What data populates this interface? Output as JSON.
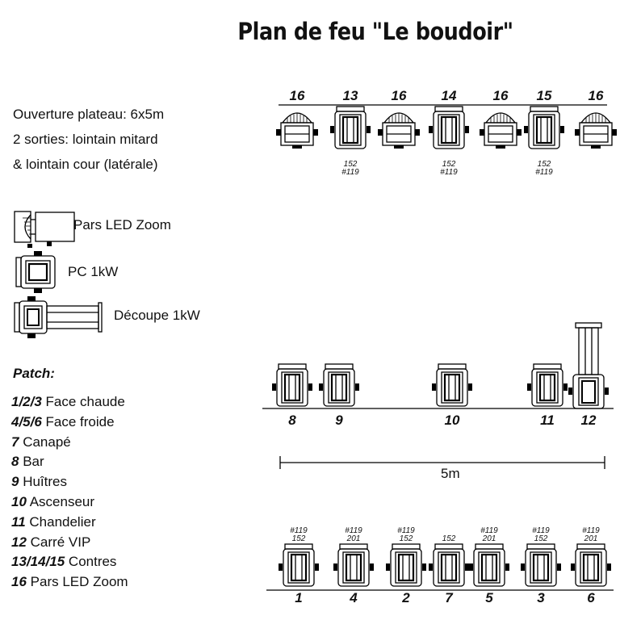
{
  "title": "Plan de feu \"Le boudoir\"",
  "info": [
    "Ouverture plateau: 6x5m",
    "2 sorties: lointain mitard",
    "& lointain cour (latérale)"
  ],
  "legend": {
    "par_led": "Pars LED Zoom",
    "pc": "PC 1kW",
    "decoupe": "Découpe 1kW"
  },
  "patch_title": "Patch:",
  "patch": [
    {
      "num": "1/2/3",
      "label": " Face chaude"
    },
    {
      "num": "4/5/6",
      "label": " Face froide"
    },
    {
      "num": "7",
      "label": " Canapé"
    },
    {
      "num": "8",
      "label": " Bar"
    },
    {
      "num": "9",
      "label": " Huîtres"
    },
    {
      "num": "10",
      "label": " Ascenseur"
    },
    {
      "num": "11",
      "label": " Chandelier"
    },
    {
      "num": "12",
      "label": " Carré VIP"
    },
    {
      "num": "13/14/15",
      "label": " Contres"
    },
    {
      "num": "16",
      "label": " Pars LED Zoom"
    }
  ],
  "back_rig": [
    {
      "channel": "16",
      "type": "par"
    },
    {
      "channel": "13",
      "type": "pc",
      "gel": "152",
      "gel2": "#119"
    },
    {
      "channel": "16",
      "type": "par"
    },
    {
      "channel": "14",
      "type": "pc",
      "gel": "152",
      "gel2": "#119"
    },
    {
      "channel": "16",
      "type": "par"
    },
    {
      "channel": "15",
      "type": "pc",
      "gel": "152",
      "gel2": "#119"
    },
    {
      "channel": "16",
      "type": "par"
    }
  ],
  "mid_rig": [
    {
      "channel": "8",
      "type": "pc"
    },
    {
      "channel": "9",
      "type": "pc"
    },
    {
      "channel": "10",
      "type": "pc"
    },
    {
      "channel": "11",
      "type": "pc"
    },
    {
      "channel": "12",
      "type": "decoupe"
    }
  ],
  "dimension": "5m",
  "front_rig": [
    {
      "channel": "1",
      "type": "pc",
      "gel": "#119",
      "gel2": "152"
    },
    {
      "channel": "4",
      "type": "pc",
      "gel": "#119",
      "gel2": "201"
    },
    {
      "channel": "2",
      "type": "pc",
      "gel": "#119",
      "gel2": "152"
    },
    {
      "channel": "7",
      "type": "pc",
      "gel": "152",
      "gel2": ""
    },
    {
      "channel": "5",
      "type": "pc",
      "gel": "#119",
      "gel2": "201"
    },
    {
      "channel": "3",
      "type": "pc",
      "gel": "#119",
      "gel2": "152"
    },
    {
      "channel": "6",
      "type": "pc",
      "gel": "#119",
      "gel2": "201"
    }
  ]
}
